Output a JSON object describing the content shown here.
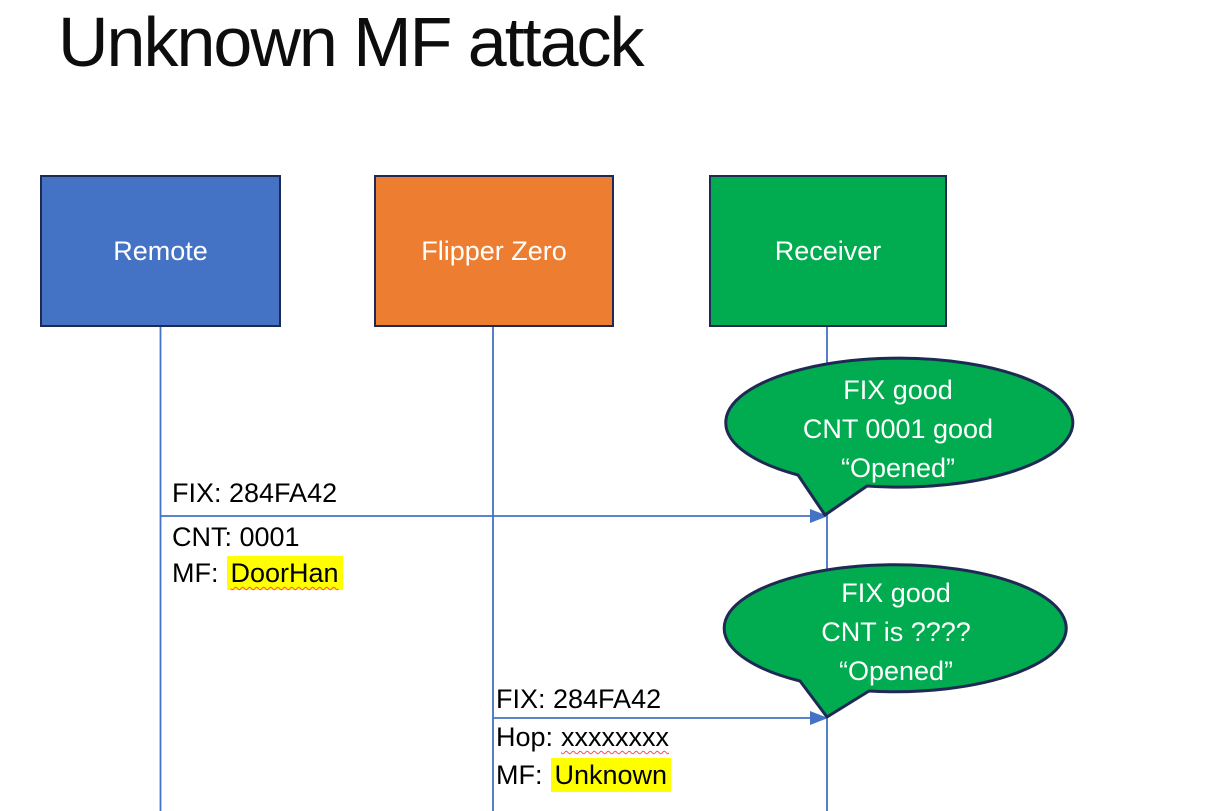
{
  "title": "Unknown MF attack",
  "actors": [
    {
      "label": "Remote",
      "fill": "#4472C4"
    },
    {
      "label": "Flipper Zero",
      "fill": "#ED7D31"
    },
    {
      "label": "Receiver",
      "fill": "#00AC4F"
    }
  ],
  "message1": {
    "fix": "FIX: 284FA42",
    "cnt": "CNT: 0001",
    "mf_prefix": "MF:",
    "mf_value": "DoorHan"
  },
  "message2": {
    "fix": "FIX: 284FA42",
    "hop_prefix": "Hop:",
    "hop_value": "xxxxxxxx",
    "mf_prefix": "MF:",
    "mf_value": "Unknown"
  },
  "bubble1": {
    "line1": "FIX good",
    "line2": "CNT 0001 good",
    "line3": "“Opened”"
  },
  "bubble2": {
    "line1": "FIX good",
    "line2": "CNT is ????",
    "line3": "“Opened”"
  },
  "colors": {
    "connector": "#4472C4",
    "shape-border": "#1F2A54",
    "bubble-fill": "#00AC4F",
    "highlight": "#FFFF00",
    "squiggle": "#FF4A4A"
  }
}
